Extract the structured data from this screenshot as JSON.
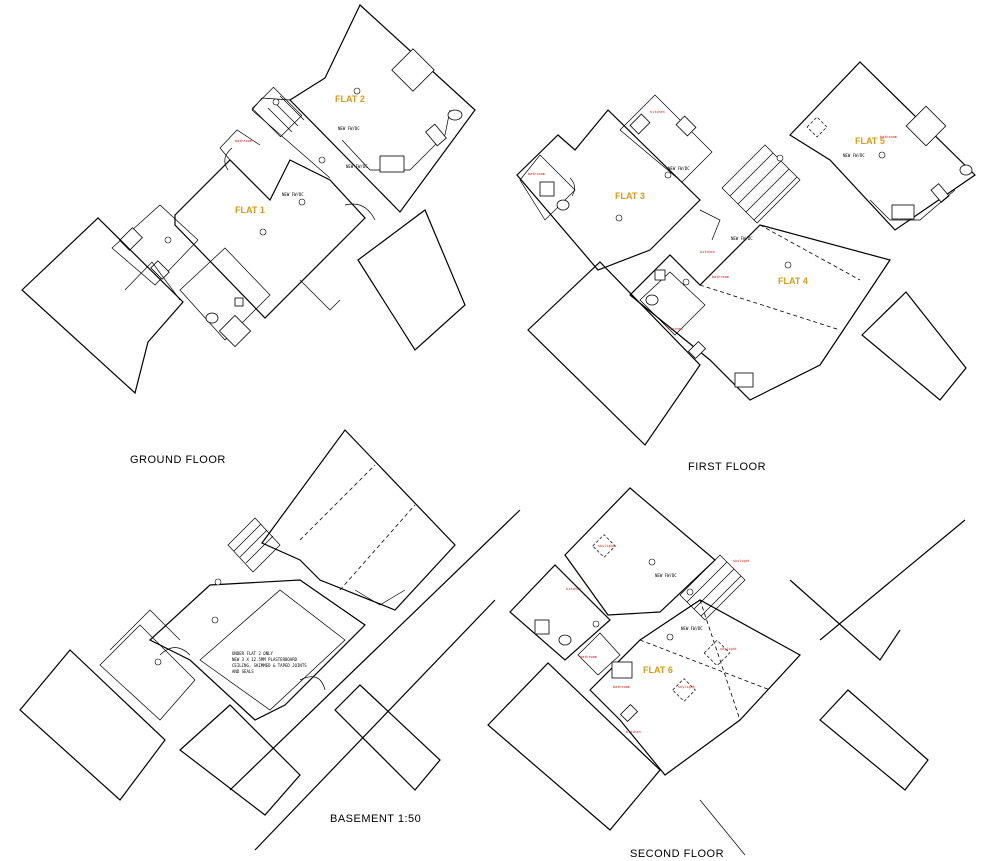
{
  "floors": {
    "ground": {
      "title": "GROUND FLOOR",
      "flats": [
        "FLAT 1",
        "FLAT 2"
      ],
      "notes": [
        "NEW FW/DC",
        "NEW FW/DC",
        "NEW FW/DC"
      ],
      "red_notes": [
        "bathroom"
      ]
    },
    "first": {
      "title": "FIRST FLOOR",
      "flats": [
        "FLAT 3",
        "FLAT 4",
        "FLAT 5"
      ],
      "notes": [
        "NEW FW/DC",
        "NEW FW/DC",
        "NEW FW/DC"
      ],
      "red_notes": [
        "kitchen",
        "kitchen",
        "bathroom",
        "bathroom",
        "kitchen",
        "bathroom"
      ]
    },
    "basement": {
      "title": "BASEMENT 1:50",
      "notes": [
        "UNDER FLAT 2 ONLY",
        "NEW 3 X 12.5MM PLASTERBOARD",
        "CEILING, SKIMMED & TAPED JOINTS",
        "AND SEALS"
      ]
    },
    "second": {
      "title": "SECOND FLOOR",
      "flats": [
        "FLAT 6"
      ],
      "notes": [
        "NEW FW/DC",
        "NEW FW/DC"
      ],
      "red_notes": [
        "skylight",
        "skylight",
        "kitchen",
        "bathroom",
        "bathroom",
        "skylight",
        "kitchen",
        "skylight"
      ]
    }
  },
  "colors": {
    "flat_label": "#d99a16",
    "red_note": "#d01010",
    "line": "#000000"
  }
}
